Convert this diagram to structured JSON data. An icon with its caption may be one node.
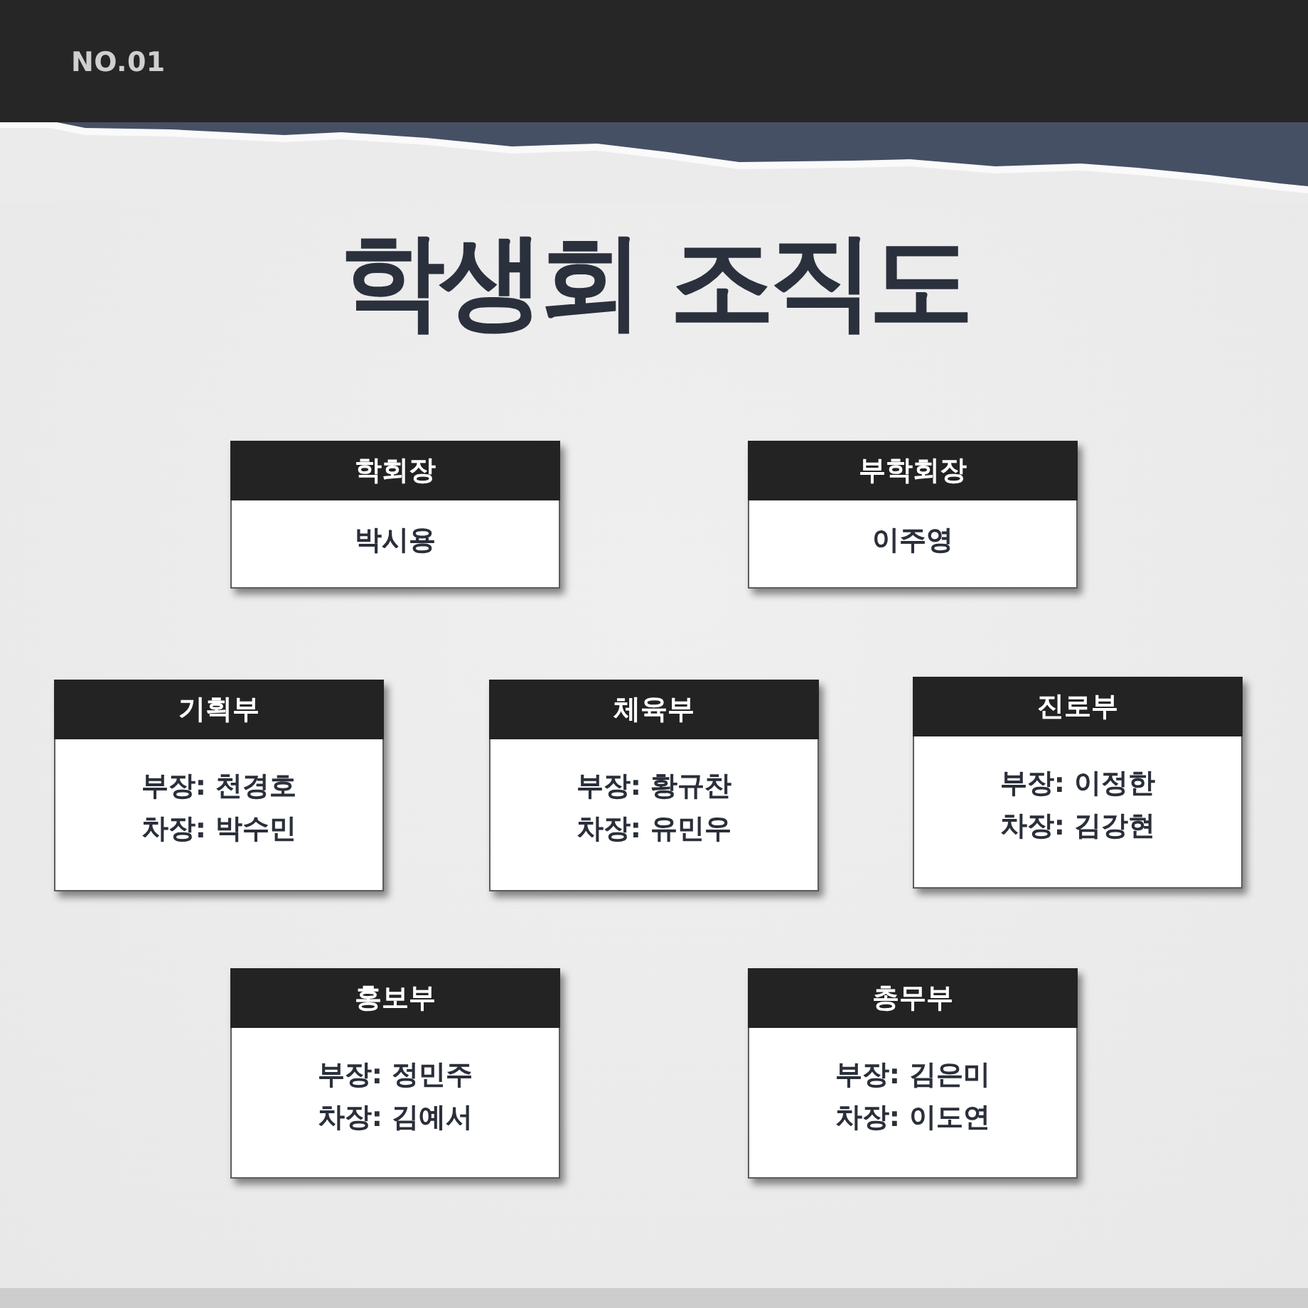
{
  "diagram": {
    "title": "학생회 조직도",
    "nodes": [
      {
        "text": [
          "학회장",
          "박시용"
        ]
      },
      {
        "text": [
          "부학회장",
          "이주영"
        ]
      },
      {
        "text": [
          "기획부",
          "부장: 천경호",
          "차장: 박수민"
        ]
      },
      {
        "text": [
          "체육부",
          "부장: 황규찬",
          "차장: 유민우"
        ]
      },
      {
        "text": [
          "진로부",
          "부장: 이정한",
          "차장: 김강현"
        ]
      },
      {
        "text": [
          "홍보부",
          "부장: 정민주",
          "차장: 김예서"
        ]
      },
      {
        "text": [
          "총무부",
          "부장: 김은미",
          "차장: 이도연"
        ]
      }
    ],
    "labels": [
      "NO.01"
    ]
  }
}
